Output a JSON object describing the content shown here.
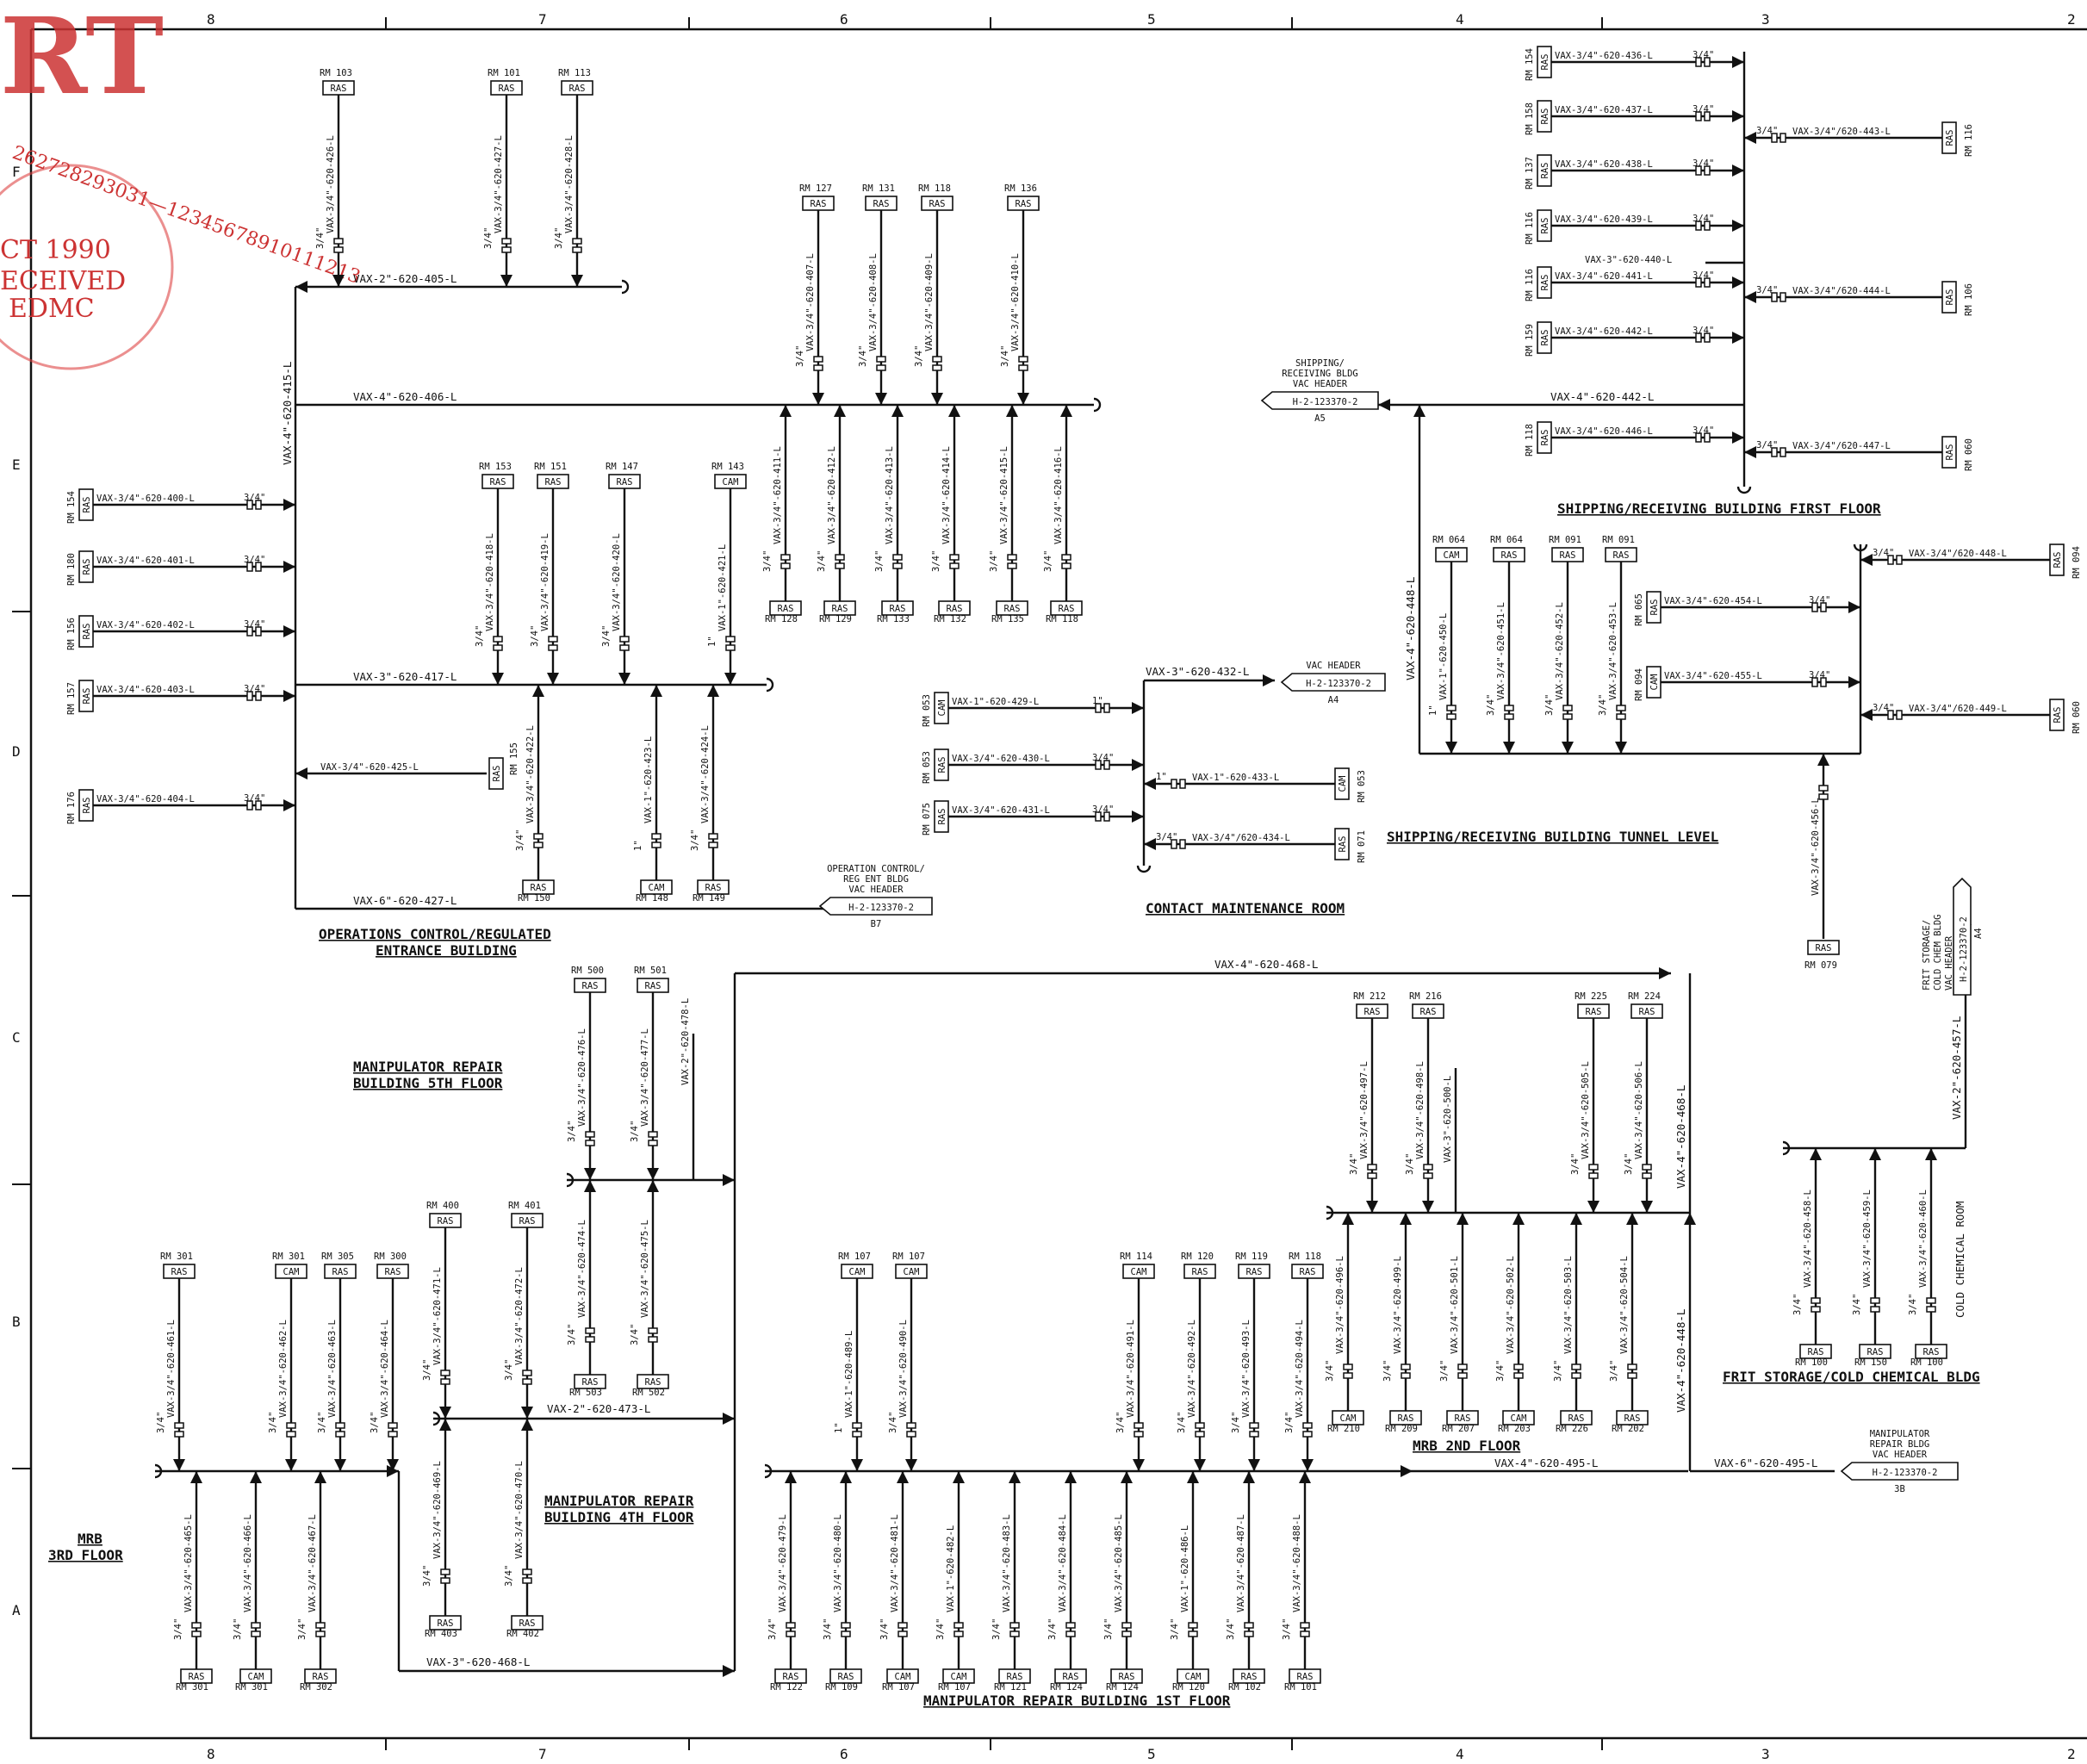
{
  "zones_top": [
    "8",
    "7",
    "6",
    "5",
    "4",
    "3",
    "2"
  ],
  "zones_side": [
    "F",
    "E",
    "D",
    "C",
    "B",
    "A"
  ],
  "stamp": {
    "big": "RT",
    "ring": "262728293031—12345678910111213",
    "date": "CT 1990",
    "recv": "ECEIVED",
    "org": "EDMC"
  },
  "headers": {
    "ship_rcv": {
      "lines": [
        "SHIPPING/",
        "RECEIVING BLDG",
        "VAC HEADER"
      ],
      "ref": "H-2-123370-2",
      "zone": "A5"
    },
    "vac": {
      "lines": [
        "VAC HEADER"
      ],
      "ref": "H-2-123370-2",
      "zone": "A4"
    },
    "opc": {
      "lines": [
        "OPERATION CONTROL/",
        "REG ENT BLDG",
        "VAC HEADER"
      ],
      "ref": "H-2-123370-2",
      "zone": "B7"
    },
    "frit": {
      "lines": [
        "FRIT STORAGE/",
        "COLD CHEM BLDG",
        "VAC HEADER"
      ],
      "ref": "H-2-123370-2",
      "zone": "A4"
    },
    "mrb": {
      "lines": [
        "MANIPULATOR",
        "REPAIR BLDG",
        "VAC HEADER"
      ],
      "ref": "H-2-123370-2",
      "zone": "3B"
    }
  },
  "titles": {
    "opc1": "OPERATIONS CONTROL/REGULATED",
    "opc2": "ENTRANCE BUILDING",
    "ship1st": "SHIPPING/RECEIVING BUILDING FIRST FLOOR",
    "tunnel": "SHIPPING/RECEIVING BUILDING TUNNEL LEVEL",
    "cmr": "CONTACT MAINTENANCE ROOM",
    "mr5a": "MANIPULATOR REPAIR",
    "mr5b": "BUILDING 5TH FLOOR",
    "mr4a": "MANIPULATOR REPAIR",
    "mr4b": "BUILDING 4TH FLOOR",
    "mrb3a": "MRB",
    "mrb3b": "3RD FLOOR",
    "mrb2": "MRB 2ND FLOOR",
    "mrb1": "MANIPULATOR REPAIR BUILDING 1ST FLOOR",
    "frit": "FRIT STORAGE/COLD CHEMICAL BLDG",
    "cold": "COLD CHEMICAL ROOM"
  },
  "lines": {
    "l405": "VAX-2\"-620-405-L",
    "l406": "VAX-4\"-620-406-L",
    "l415": "VAX-4\"-620-415-L",
    "l417": "VAX-3\"-620-417-L",
    "l425": "VAX-3/4\"-620-425-L",
    "l427b": "VAX-6\"-620-427-L",
    "l440": "VAX-3\"-620-440-L",
    "l442": "VAX-4\"-620-442-L",
    "l432": "VAX-3\"-620-432-L",
    "l448": "VAX-4\"-620-448-L",
    "l456": "VAX-3/4\"-620-456-L",
    "l457": "VAX-2\"-620-457-L",
    "l468": "VAX-4\"-620-468-L",
    "l468b": "VAX-3\"-620-468-L",
    "l473": "VAX-2\"-620-473-L",
    "l478": "VAX-2\"-620-478-L",
    "l495": "VAX-4\"-620-495-L",
    "l495b": "VAX-6\"-620-495-L",
    "l500": "VAX-3\"-620-500-L",
    "s34": "3/4\"",
    "s1": "1\""
  },
  "nodes": {
    "top7": [
      {
        "rm": "RM 103",
        "tag": "RAS",
        "pipe": "VAX-3/4\"-620-426-L"
      },
      {
        "rm": "RM 101",
        "tag": "RAS",
        "pipe": "VAX-3/4\"-620-427-L"
      },
      {
        "rm": "RM 113",
        "tag": "RAS",
        "pipe": "VAX-3/4\"-620-428-L"
      }
    ],
    "top6": [
      {
        "rm": "RM 127",
        "tag": "RAS",
        "pipe": "VAX-3/4\"-620-407-L"
      },
      {
        "rm": "RM 131",
        "tag": "RAS",
        "pipe": "VAX-3/4\"-620-408-L"
      },
      {
        "rm": "RM 118",
        "tag": "RAS",
        "pipe": "VAX-3/4\"-620-409-L"
      },
      {
        "rm": "RM 136",
        "tag": "RAS",
        "pipe": "VAX-3/4\"-620-410-L"
      }
    ],
    "bot6": [
      {
        "rm": "RM 128",
        "tag": "RAS",
        "pipe": "VAX-3/4\"-620-411-L"
      },
      {
        "rm": "RM 129",
        "tag": "RAS",
        "pipe": "VAX-3/4\"-620-412-L"
      },
      {
        "rm": "RM 133",
        "tag": "RAS",
        "pipe": "VAX-3/4\"-620-413-L"
      },
      {
        "rm": "RM 132",
        "tag": "RAS",
        "pipe": "VAX-3/4\"-620-414-L"
      },
      {
        "rm": "RM 135",
        "tag": "RAS",
        "pipe": "VAX-3/4\"-620-415-L"
      },
      {
        "rm": "RM 118",
        "tag": "RAS",
        "pipe": "VAX-3/4\"-620-416-L"
      }
    ],
    "leftE": [
      {
        "rm": "RM 154",
        "tag": "RAS",
        "pipe": "VAX-3/4\"-620-400-L"
      },
      {
        "rm": "RM 180",
        "tag": "RAS",
        "pipe": "VAX-3/4\"-620-401-L"
      },
      {
        "rm": "RM 156",
        "tag": "RAS",
        "pipe": "VAX-3/4\"-620-402-L"
      },
      {
        "rm": "RM 157",
        "tag": "RAS",
        "pipe": "VAX-3/4\"-620-403-L"
      },
      {
        "rm": "RM 176",
        "tag": "RAS",
        "pipe": "VAX-3/4\"-620-404-L"
      }
    ],
    "midE": [
      {
        "rm": "RM 153",
        "tag": "RAS",
        "pipe": "VAX-3/4\"-620-418-L"
      },
      {
        "rm": "RM 151",
        "tag": "RAS",
        "pipe": "VAX-3/4\"-620-419-L"
      },
      {
        "rm": "RM 147",
        "tag": "RAS",
        "pipe": "VAX-3/4\"-620-420-L"
      },
      {
        "rm": "RM 143",
        "tag": "CAM",
        "pipe": "VAX-1\"-620-421-L"
      }
    ],
    "midD": [
      {
        "rm": "RM 150",
        "tag": "RAS",
        "pipe": "VAX-3/4\"-620-422-L"
      },
      {
        "rm": "RM 148",
        "tag": "CAM",
        "pipe": "VAX-1\"-620-423-L"
      },
      {
        "rm": "RM 149",
        "tag": "RAS",
        "pipe": "VAX-3/4\"-620-424-L"
      }
    ],
    "rm155": {
      "rm": "RM 155",
      "tag": "RAS"
    },
    "ship1": [
      {
        "rm": "RM 154",
        "tag": "RAS",
        "pipe": "VAX-3/4\"-620-436-L"
      },
      {
        "rm": "RM 158",
        "tag": "RAS",
        "pipe": "VAX-3/4\"-620-437-L"
      },
      {
        "rm": "RM 137",
        "tag": "RAS",
        "pipe": "VAX-3/4\"-620-438-L"
      },
      {
        "rm": "RM 116",
        "tag": "RAS",
        "pipe": "VAX-3/4\"-620-439-L"
      },
      {
        "rm": "RM 116",
        "tag": "RAS",
        "pipe": "VAX-3/4\"-620-441-L"
      },
      {
        "rm": "RM 159",
        "tag": "RAS",
        "pipe": "VAX-3/4\"-620-442-L"
      },
      {
        "rm": "RM 118",
        "tag": "RAS",
        "pipe": "VAX-3/4\"-620-446-L"
      }
    ],
    "ship1r": [
      {
        "rm": "RM 116",
        "tag": "RAS",
        "pipe": "VAX-3/4\"/620-443-L"
      },
      {
        "rm": "RM 106",
        "tag": "RAS",
        "pipe": "VAX-3/4\"/620-444-L"
      },
      {
        "rm": "RM 060",
        "tag": "RAS",
        "pipe": "VAX-3/4\"/620-447-L"
      }
    ],
    "tunnelTop": [
      {
        "rm": "RM 064",
        "tag": "CAM",
        "pipe": "VAX-1\"-620-450-L"
      },
      {
        "rm": "RM 064",
        "tag": "RAS",
        "pipe": "VAX-3/4\"-620-451-L"
      },
      {
        "rm": "RM 091",
        "tag": "RAS",
        "pipe": "VAX-3/4\"-620-452-L"
      },
      {
        "rm": "RM 091",
        "tag": "RAS",
        "pipe": "VAX-3/4\"-620-453-L"
      }
    ],
    "tunnelL": [
      {
        "rm": "RM 065",
        "tag": "RAS",
        "pipe": "VAX-3/4\"-620-454-L"
      },
      {
        "rm": "RM 094",
        "tag": "CAM",
        "pipe": "VAX-3/4\"-620-455-L"
      }
    ],
    "tunnelR": [
      {
        "rm": "RM 094",
        "tag": "RAS",
        "pipe": "VAX-3/4\"/620-448-L"
      },
      {
        "rm": "RM 060",
        "tag": "RAS",
        "pipe": "VAX-3/4\"/620-449-L"
      }
    ],
    "rm079": {
      "rm": "RM 079",
      "tag": "RAS"
    },
    "cmrL": [
      {
        "rm": "RM 053",
        "tag": "CAM",
        "pipe": "VAX-1\"-620-429-L"
      },
      {
        "rm": "RM 053",
        "tag": "RAS",
        "pipe": "VAX-3/4\"-620-430-L"
      },
      {
        "rm": "RM 075",
        "tag": "RAS",
        "pipe": "VAX-3/4\"-620-431-L"
      }
    ],
    "cmrR": [
      {
        "rm": "RM 053",
        "tag": "CAM",
        "pipe": "VAX-1\"-620-433-L"
      },
      {
        "rm": "RM 071",
        "tag": "RAS",
        "pipe": "VAX-3/4\"/620-434-L"
      }
    ],
    "mr5": [
      {
        "rm": "RM 500",
        "tag": "RAS",
        "pipe": "VAX-3/4\"-620-476-L"
      },
      {
        "rm": "RM 501",
        "tag": "RAS",
        "pipe": "VAX-3/4\"-620-477-L"
      }
    ],
    "mr5b": [
      {
        "rm": "RM 503",
        "tag": "RAS",
        "pipe": "VAX-3/4\"-620-474-L"
      },
      {
        "rm": "RM 502",
        "tag": "RAS",
        "pipe": "VAX-3/4\"-620-475-L"
      }
    ],
    "mr4t": [
      {
        "rm": "RM 400",
        "tag": "RAS",
        "pipe": "VAX-3/4\"-620-471-L"
      },
      {
        "rm": "RM 401",
        "tag": "RAS",
        "pipe": "VAX-3/4\"-620-472-L"
      }
    ],
    "mr4b": [
      {
        "rm": "RM 403",
        "tag": "RAS",
        "pipe": "VAX-3/4\"-620-469-L"
      },
      {
        "rm": "RM 402",
        "tag": "RAS",
        "pipe": "VAX-3/4\"-620-470-L"
      }
    ],
    "mrb3t": [
      {
        "rm": "RM 301",
        "tag": "RAS",
        "pipe": "VAX-3/4\"-620-461-L"
      },
      {
        "rm": "RM 301",
        "tag": "CAM",
        "pipe": "VAX-3/4\"-620-462-L"
      },
      {
        "rm": "RM 305",
        "tag": "RAS",
        "pipe": "VAX-3/4\"-620-463-L"
      },
      {
        "rm": "RM 300",
        "tag": "RAS",
        "pipe": "VAX-3/4\"-620-464-L"
      }
    ],
    "mrb3b": [
      {
        "rm": "RM 301",
        "tag": "RAS",
        "pipe": "VAX-3/4\"-620-465-L"
      },
      {
        "rm": "RM 301",
        "tag": "CAM",
        "pipe": "VAX-3/4\"-620-466-L"
      },
      {
        "rm": "RM 302",
        "tag": "RAS",
        "pipe": "VAX-3/4\"-620-467-L"
      }
    ],
    "mrb1t": [
      {
        "rm": "RM 107",
        "tag": "CAM",
        "pipe": "VAX-1\"-620-489-L"
      },
      {
        "rm": "RM 107",
        "tag": "CAM",
        "pipe": "VAX-3/4\"-620-490-L"
      },
      {
        "rm": "RM 114",
        "tag": "CAM",
        "pipe": "VAX-3/4\"-620-491-L"
      },
      {
        "rm": "RM 120",
        "tag": "RAS",
        "pipe": "VAX-3/4\"-620-492-L"
      },
      {
        "rm": "RM 119",
        "tag": "RAS",
        "pipe": "VAX-3/4\"-620-493-L"
      },
      {
        "rm": "RM 118",
        "tag": "RAS",
        "pipe": "VAX-3/4\"-620-494-L"
      }
    ],
    "mrb1b": [
      {
        "rm": "RM 122",
        "tag": "RAS",
        "pipe": "VAX-3/4\"-620-479-L"
      },
      {
        "rm": "RM 109",
        "tag": "RAS",
        "pipe": "VAX-3/4\"-620-480-L"
      },
      {
        "rm": "RM 107",
        "tag": "CAM",
        "pipe": "VAX-3/4\"-620-481-L"
      },
      {
        "rm": "RM 107",
        "tag": "CAM",
        "pipe": "VAX-1\"-620-482-L"
      },
      {
        "rm": "RM 121",
        "tag": "RAS",
        "pipe": "VAX-3/4\"-620-483-L"
      },
      {
        "rm": "RM 124",
        "tag": "RAS",
        "pipe": "VAX-3/4\"-620-484-L"
      },
      {
        "rm": "RM 124",
        "tag": "RAS",
        "pipe": "VAX-3/4\"-620-485-L"
      },
      {
        "rm": "RM 120",
        "tag": "CAM",
        "pipe": "VAX-1\"-620-486-L"
      },
      {
        "rm": "RM 102",
        "tag": "RAS",
        "pipe": "VAX-3/4\"-620-487-L"
      },
      {
        "rm": "RM 101",
        "tag": "RAS",
        "pipe": "VAX-3/4\"-620-488-L"
      }
    ],
    "mrb2t": [
      {
        "rm": "RM 212",
        "tag": "RAS",
        "pipe": "VAX-3/4\"-620-497-L"
      },
      {
        "rm": "RM 216",
        "tag": "RAS",
        "pipe": "VAX-3/4\"-620-498-L"
      },
      {
        "rm": "RM 225",
        "tag": "RAS",
        "pipe": "VAX-3/4\"-620-505-L"
      },
      {
        "rm": "RM 224",
        "tag": "RAS",
        "pipe": "VAX-3/4\"-620-506-L"
      }
    ],
    "mrb2b": [
      {
        "rm": "RM 210",
        "tag": "CAM",
        "pipe": "VAX-3/4\"-620-496-L"
      },
      {
        "rm": "RM 209",
        "tag": "RAS",
        "pipe": "VAX-3/4\"-620-499-L"
      },
      {
        "rm": "RM 207",
        "tag": "RAS",
        "pipe": "VAX-3/4\"-620-501-L"
      },
      {
        "rm": "RM 203",
        "tag": "CAM",
        "pipe": "VAX-3/4\"-620-502-L"
      },
      {
        "rm": "RM 226",
        "tag": "RAS",
        "pipe": "VAX-3/4\"-620-503-L"
      },
      {
        "rm": "RM 202",
        "tag": "RAS",
        "pipe": "VAX-3/4\"-620-504-L"
      }
    ],
    "frit": [
      {
        "rm": "RM 100",
        "tag": "RAS",
        "pipe": "VAX-3/4\"-620-458-L"
      },
      {
        "rm": "RM 150",
        "tag": "RAS",
        "pipe": "VAX-3/4\"-620-459-L"
      },
      {
        "rm": "RM 100",
        "tag": "RAS",
        "pipe": "VAX-3/4\"-620-460-L"
      }
    ]
  }
}
